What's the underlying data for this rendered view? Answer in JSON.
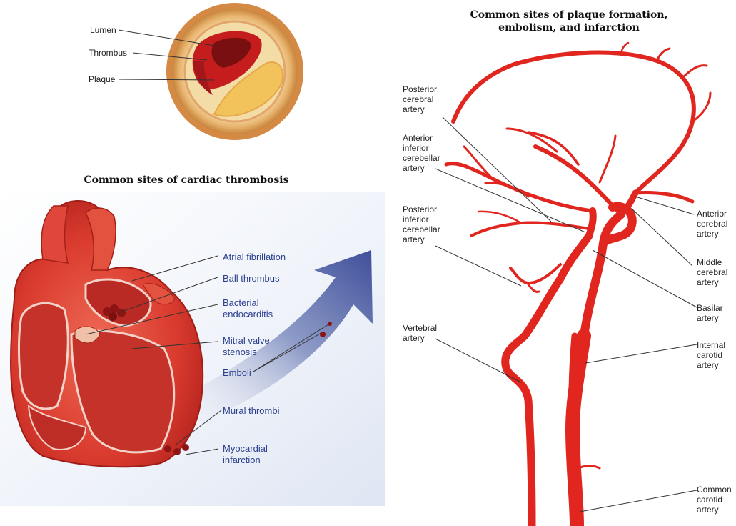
{
  "cross_section": {
    "labels": {
      "lumen": "Lumen",
      "thrombus": "Thrombus",
      "plaque": "Plaque"
    }
  },
  "cardiac": {
    "title": "Common sites of cardiac thrombosis",
    "labels": {
      "atrial_fibrillation": "Atrial fibrillation",
      "ball_thrombus": "Ball thrombus",
      "bacterial_endocarditis_1": "Bacterial",
      "bacterial_endocarditis_2": "endocarditis",
      "mitral_valve_1": "Mitral valve",
      "mitral_valve_2": "stenosis",
      "emboli": "Emboli",
      "mural_thrombi": "Mural thrombi",
      "myocardial_1": "Myocardial",
      "myocardial_2": "infarction"
    }
  },
  "cerebral": {
    "title_line1": "Common sites of plaque formation,",
    "title_line2": "embolism, and infarction",
    "labels": {
      "pca": [
        "Posterior",
        "cerebral",
        "artery"
      ],
      "aica": [
        "Anterior",
        "inferior",
        "cerebellar",
        "artery"
      ],
      "pica": [
        "Posterior",
        "inferior",
        "cerebellar",
        "artery"
      ],
      "vertebral": [
        "Vertebral",
        "artery"
      ],
      "aca": [
        "Anterior",
        "cerebral",
        "artery"
      ],
      "mca": [
        "Middle",
        "cerebral",
        "artery"
      ],
      "basilar": [
        "Basilar",
        "artery"
      ],
      "ica": [
        "Internal",
        "carotid",
        "artery"
      ],
      "cca": [
        "Common",
        "carotid",
        "artery"
      ]
    }
  },
  "colors": {
    "artery_red": "#e0261f",
    "heart_red": "#d93a2e",
    "label_blue": "#2b3f8f",
    "arrow_blue": "#3f4f9a"
  }
}
